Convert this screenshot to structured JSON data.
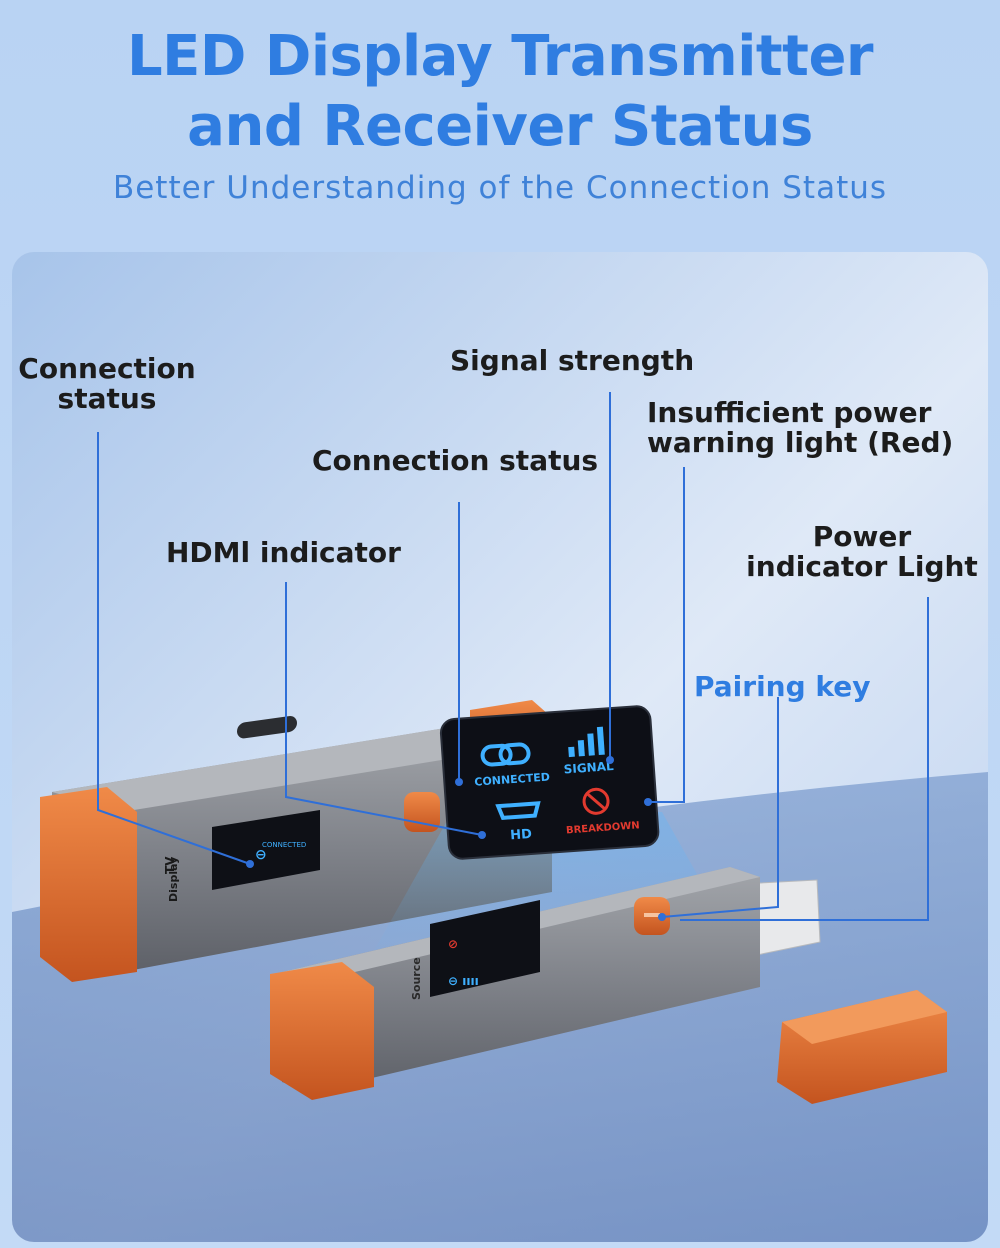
{
  "header": {
    "title_line1": "LED Display Transmitter",
    "title_line2": "and Receiver Status",
    "subtitle": "Better Understanding of the Connection Status"
  },
  "callouts": {
    "connection_status_left_line1": "Connection",
    "connection_status_left_line2": "status",
    "signal_strength": "Signal strength",
    "insufficient_power_line1": "Insufficient power",
    "insufficient_power_line2": "warning light (Red)",
    "connection_status_mid": "Connection status",
    "hdmi_indicator": "HDMl indicator",
    "power_indicator_line1": "Power",
    "power_indicator_line2": "indicator Light",
    "pairing_key": "Pairing key"
  },
  "display_panel": {
    "connected": "CONNECTED",
    "signal": "SIGNAL",
    "hd": "HD",
    "breakdown": "BREAKDOWN"
  },
  "devices": {
    "receiver_label_tv": "TV",
    "receiver_label_display": "Display",
    "receiver_screen_text": "CONNECTED",
    "transmitter_label": "Source"
  },
  "colors": {
    "title": "#2f7de1",
    "accent_orange": "#e0682c",
    "device_body": "#8a8d92",
    "led_blue": "#3fb0ff",
    "led_red": "#e23a2f",
    "callout_line": "#2f6fd8"
  }
}
